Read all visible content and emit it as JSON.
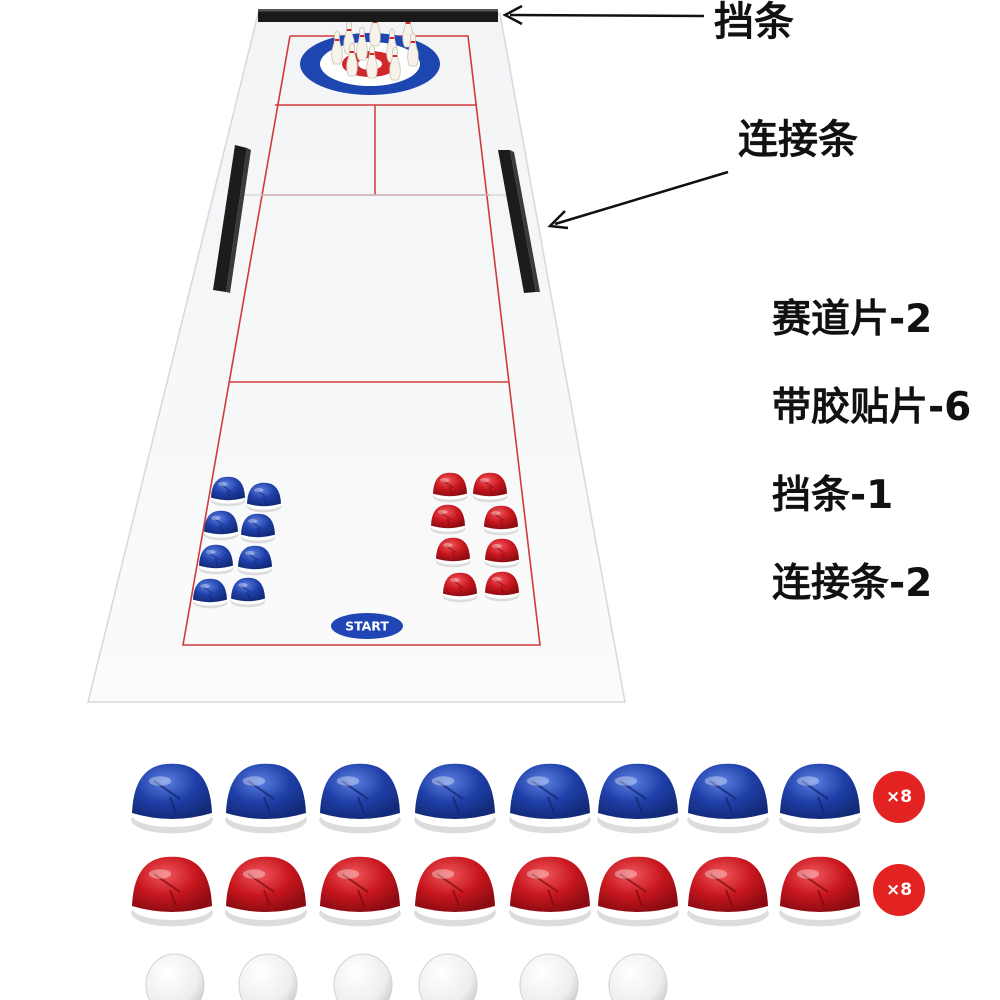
{
  "annotations": {
    "barrier_label": "挡条",
    "connector_label": "连接条"
  },
  "parts_list": [
    {
      "text": "赛道片-2"
    },
    {
      "text": "带胶贴片-6"
    },
    {
      "text": "挡条-1"
    },
    {
      "text": "连接条-2"
    }
  ],
  "board": {
    "start_label": "START",
    "blue_pucks_on_board": 8,
    "red_pucks_on_board": 8,
    "bowling_pins": 10
  },
  "pieces": {
    "blue_pucks": 8,
    "red_pucks": 8,
    "white_balls": 6,
    "blue_qty": "×8",
    "red_qty": "×8"
  },
  "colors": {
    "blue_puck": "#1f3fa8",
    "red_puck": "#c8161e",
    "badge": "#e32222",
    "board_line": "#d23a3a",
    "ring_blue": "#1e46b0",
    "ring_red": "#d0282d",
    "text": "#111111"
  }
}
